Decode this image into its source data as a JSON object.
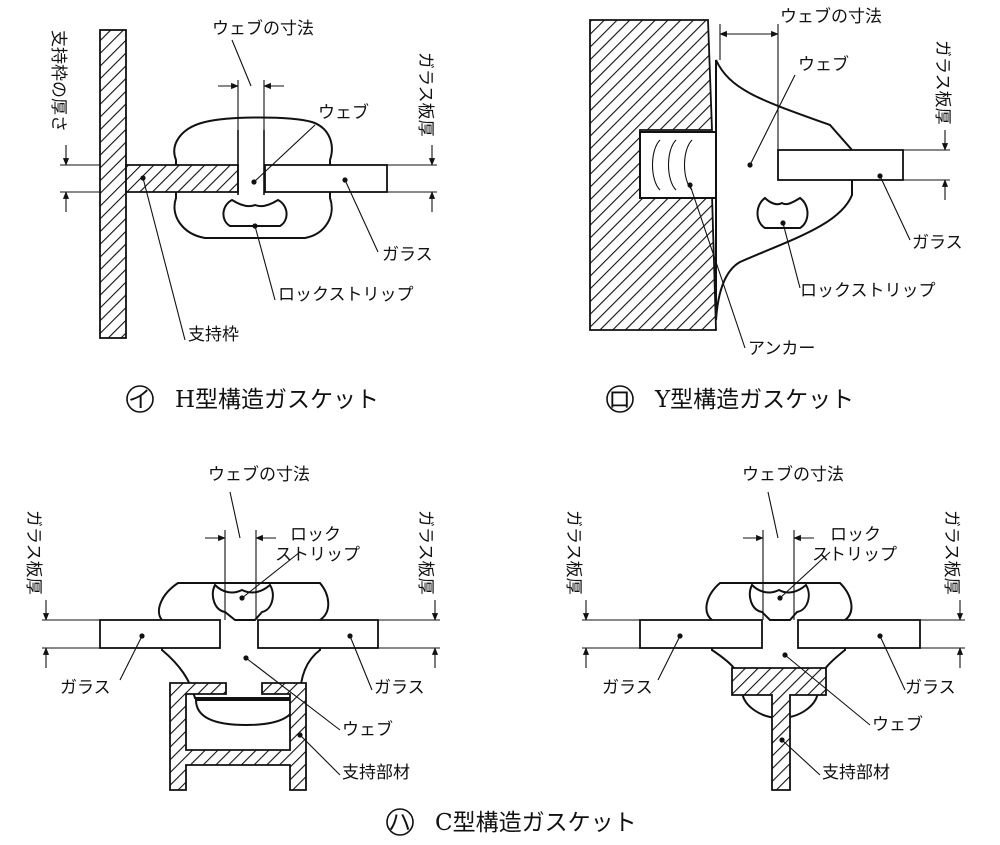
{
  "panels": [
    {
      "mark": "イ",
      "caption": "H型構造ガスケット",
      "labels": {
        "web_dim": "ウェブの寸法",
        "web": "ウェブ",
        "frame_thickness": "支持枠の厚さ",
        "glass_thickness": "ガラス板厚",
        "glass": "ガラス",
        "lock_strip": "ロックストリップ",
        "frame": "支持枠"
      }
    },
    {
      "mark": "ロ",
      "caption": "Y型構造ガスケット",
      "labels": {
        "web_dim": "ウェブの寸法",
        "web": "ウェブ",
        "glass_thickness": "ガラス板厚",
        "glass": "ガラス",
        "lock_strip": "ロックストリップ",
        "anchor": "アンカー"
      }
    },
    {
      "mark": "ハ",
      "caption": "C型構造ガスケット",
      "labels": {
        "web_dim": "ウェブの寸法",
        "lock_strip_1": "ロック",
        "lock_strip_2": "ストリップ",
        "glass_thickness_left": "ガラス板厚",
        "glass_thickness_right": "ガラス板厚",
        "glass_left": "ガラス",
        "glass_right": "ガラス",
        "web": "ウェブ",
        "support": "支持部材"
      }
    },
    {
      "labels": {
        "web_dim": "ウェブの寸法",
        "lock_strip_1": "ロック",
        "lock_strip_2": "ストリップ",
        "glass_thickness_left": "ガラス板厚",
        "glass_thickness_right": "ガラス板厚",
        "glass_left": "ガラス",
        "glass_right": "ガラス",
        "web": "ウェブ",
        "support": "支持部材"
      }
    }
  ]
}
